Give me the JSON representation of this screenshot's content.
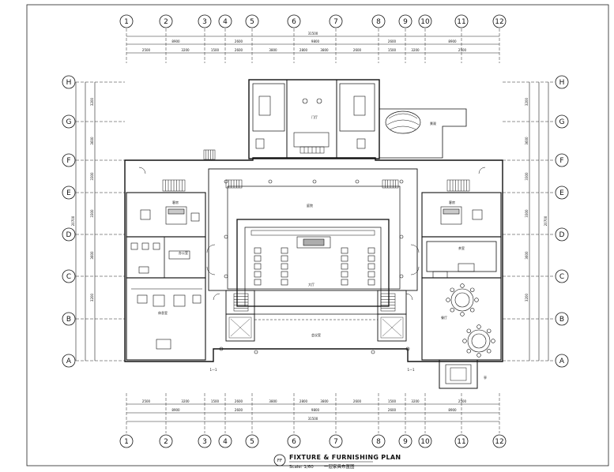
{
  "title_block": {
    "mark": "FF",
    "title": "FIXTURE & FURNISHING PLAN",
    "scale": "Scale: 1/60",
    "subtitle": "一层家具布置图"
  },
  "grid": {
    "columns": [
      "1",
      "2",
      "3",
      "4",
      "5",
      "6",
      "7",
      "8",
      "9",
      "10",
      "11",
      "12"
    ],
    "rows": [
      "H",
      "G",
      "F",
      "E",
      "D",
      "C",
      "B",
      "A"
    ]
  },
  "dimensions": {
    "top_total": "31500",
    "top_segments": [
      "8900",
      "2600",
      "9800",
      "2600",
      "8900"
    ],
    "top_sub": [
      "2500",
      "3200",
      "1500",
      "2600",
      "3800",
      "2800",
      "3800",
      "2600",
      "1500",
      "3200",
      "2500"
    ],
    "bottom_total": "31500",
    "bottom_segments": [
      "8900",
      "2600",
      "9800",
      "2600",
      "8900"
    ],
    "bottom_sub": [
      "2500",
      "3200",
      "1500",
      "2600",
      "3800",
      "2800",
      "3800",
      "2600",
      "1500",
      "3200",
      "2500"
    ],
    "left_total": "20700",
    "left_segments": [
      "3200",
      "3600",
      "3300",
      "3300",
      "3600",
      "3200"
    ],
    "right_total": "20700",
    "right_segments": [
      "3200",
      "3600",
      "3300",
      "3300",
      "3600",
      "3200"
    ]
  },
  "rooms": {
    "central_hall": "大厅",
    "courtyard": "庭院",
    "meeting": "会议室",
    "lobby_top": "门厅",
    "dining": "餐厅",
    "guest_left": "客房",
    "guest_right": "客房",
    "lounge_left": "休息室",
    "office_left": "办公室",
    "tea_room": "茶室",
    "pavilion": "亭"
  },
  "notes": {
    "section_left": "1—1",
    "section_right": "1—1",
    "landscape": "景观",
    "pavilion_tag": "亭"
  }
}
